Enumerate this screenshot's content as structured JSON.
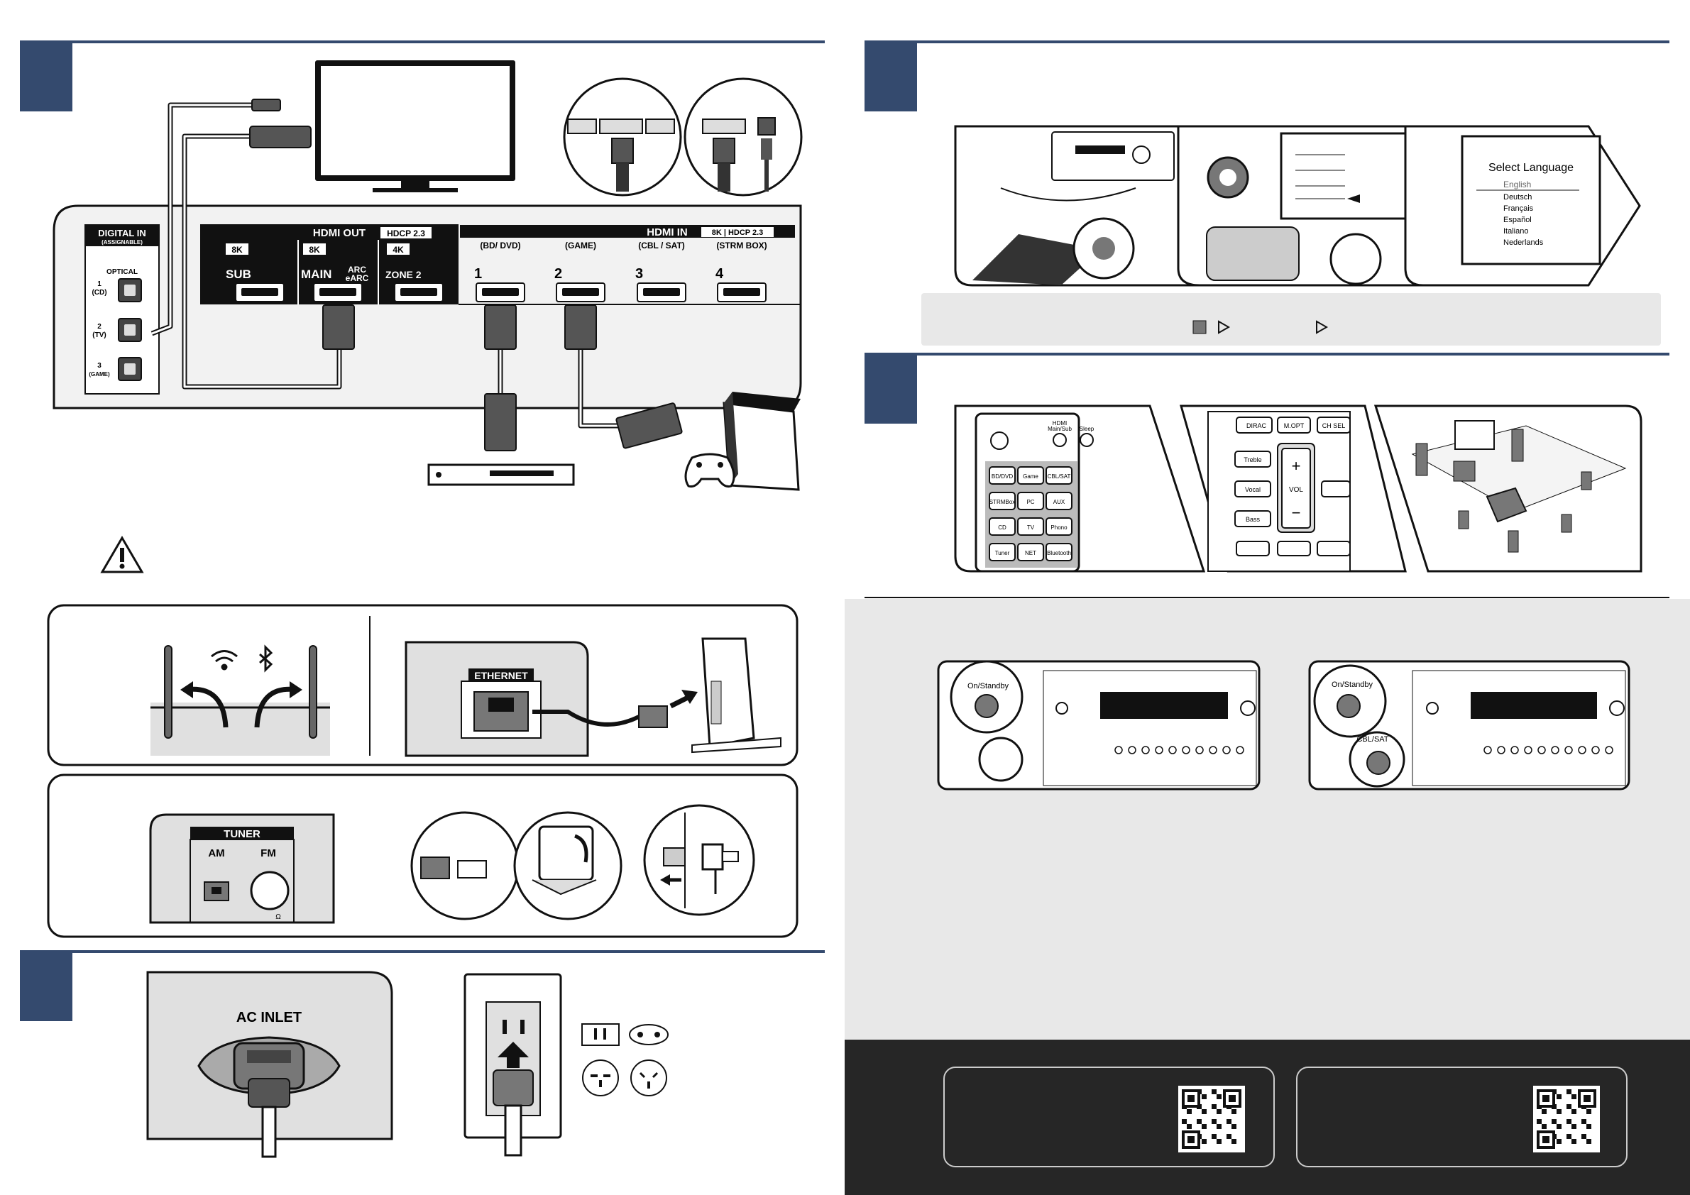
{
  "colors": {
    "navy": "#344a6e",
    "panel": "#e8e8e8",
    "dark_band": "#262626",
    "rear_panel": "#f2f2f2"
  },
  "hdmi_out": {
    "title": "HDMI OUT",
    "hdcp": "HDCP 2.3",
    "ports": [
      {
        "res": "8K",
        "name": "SUB"
      },
      {
        "res": "8K",
        "name": "MAIN",
        "sub1": "ARC",
        "sub2": "eARC"
      },
      {
        "res": "4K",
        "name": "ZONE 2"
      }
    ]
  },
  "hdmi_in": {
    "title": "HDMI IN",
    "spec": "8K | HDCP 2.3",
    "ports": [
      {
        "label": "(BD/ DVD)",
        "num": "1"
      },
      {
        "label": "(GAME)",
        "num": "2"
      },
      {
        "label": "(CBL / SAT)",
        "num": "3"
      },
      {
        "label": "(STRM BOX)",
        "num": "4"
      }
    ]
  },
  "digital_in": {
    "title": "DIGITAL IN",
    "sub": "(ASSIGNABLE)",
    "optical": "OPTICAL",
    "ports": [
      {
        "num": "1",
        "name": "(CD)"
      },
      {
        "num": "2",
        "name": "(TV)"
      },
      {
        "num": "3",
        "name": "(GAME)"
      }
    ]
  },
  "ethernet": {
    "label": "ETHERNET"
  },
  "tuner": {
    "title": "TUNER",
    "am": "AM",
    "fm": "FM",
    "ohm": "Ω"
  },
  "ac": {
    "label": "AC INLET"
  },
  "language": {
    "title": "Select Language",
    "items": [
      "English",
      "Deutsch",
      "Français",
      "Español",
      "Italiano",
      "Nederlands"
    ]
  },
  "remote": {
    "hdmi_main_sub_1": "HDMI",
    "hdmi_main_sub_2": "Main/Sub",
    "sleep": "Sleep",
    "inputs": [
      "BD/DVD",
      "Game",
      "CBL/SAT",
      "STRMBox",
      "PC",
      "AUX",
      "CD",
      "TV",
      "Phono",
      "Tuner",
      "NET",
      "Bluetooth"
    ],
    "dirac": "DIRAC",
    "mopt": "M.OPT",
    "chsel": "CH SEL",
    "tone": [
      "Treble",
      "Vocal",
      "Bass"
    ],
    "vol": "VOL",
    "plus": "+",
    "minus": "−"
  },
  "front": {
    "on_standby": "On/Standby",
    "cbl_sat": "CBL/SAT"
  }
}
